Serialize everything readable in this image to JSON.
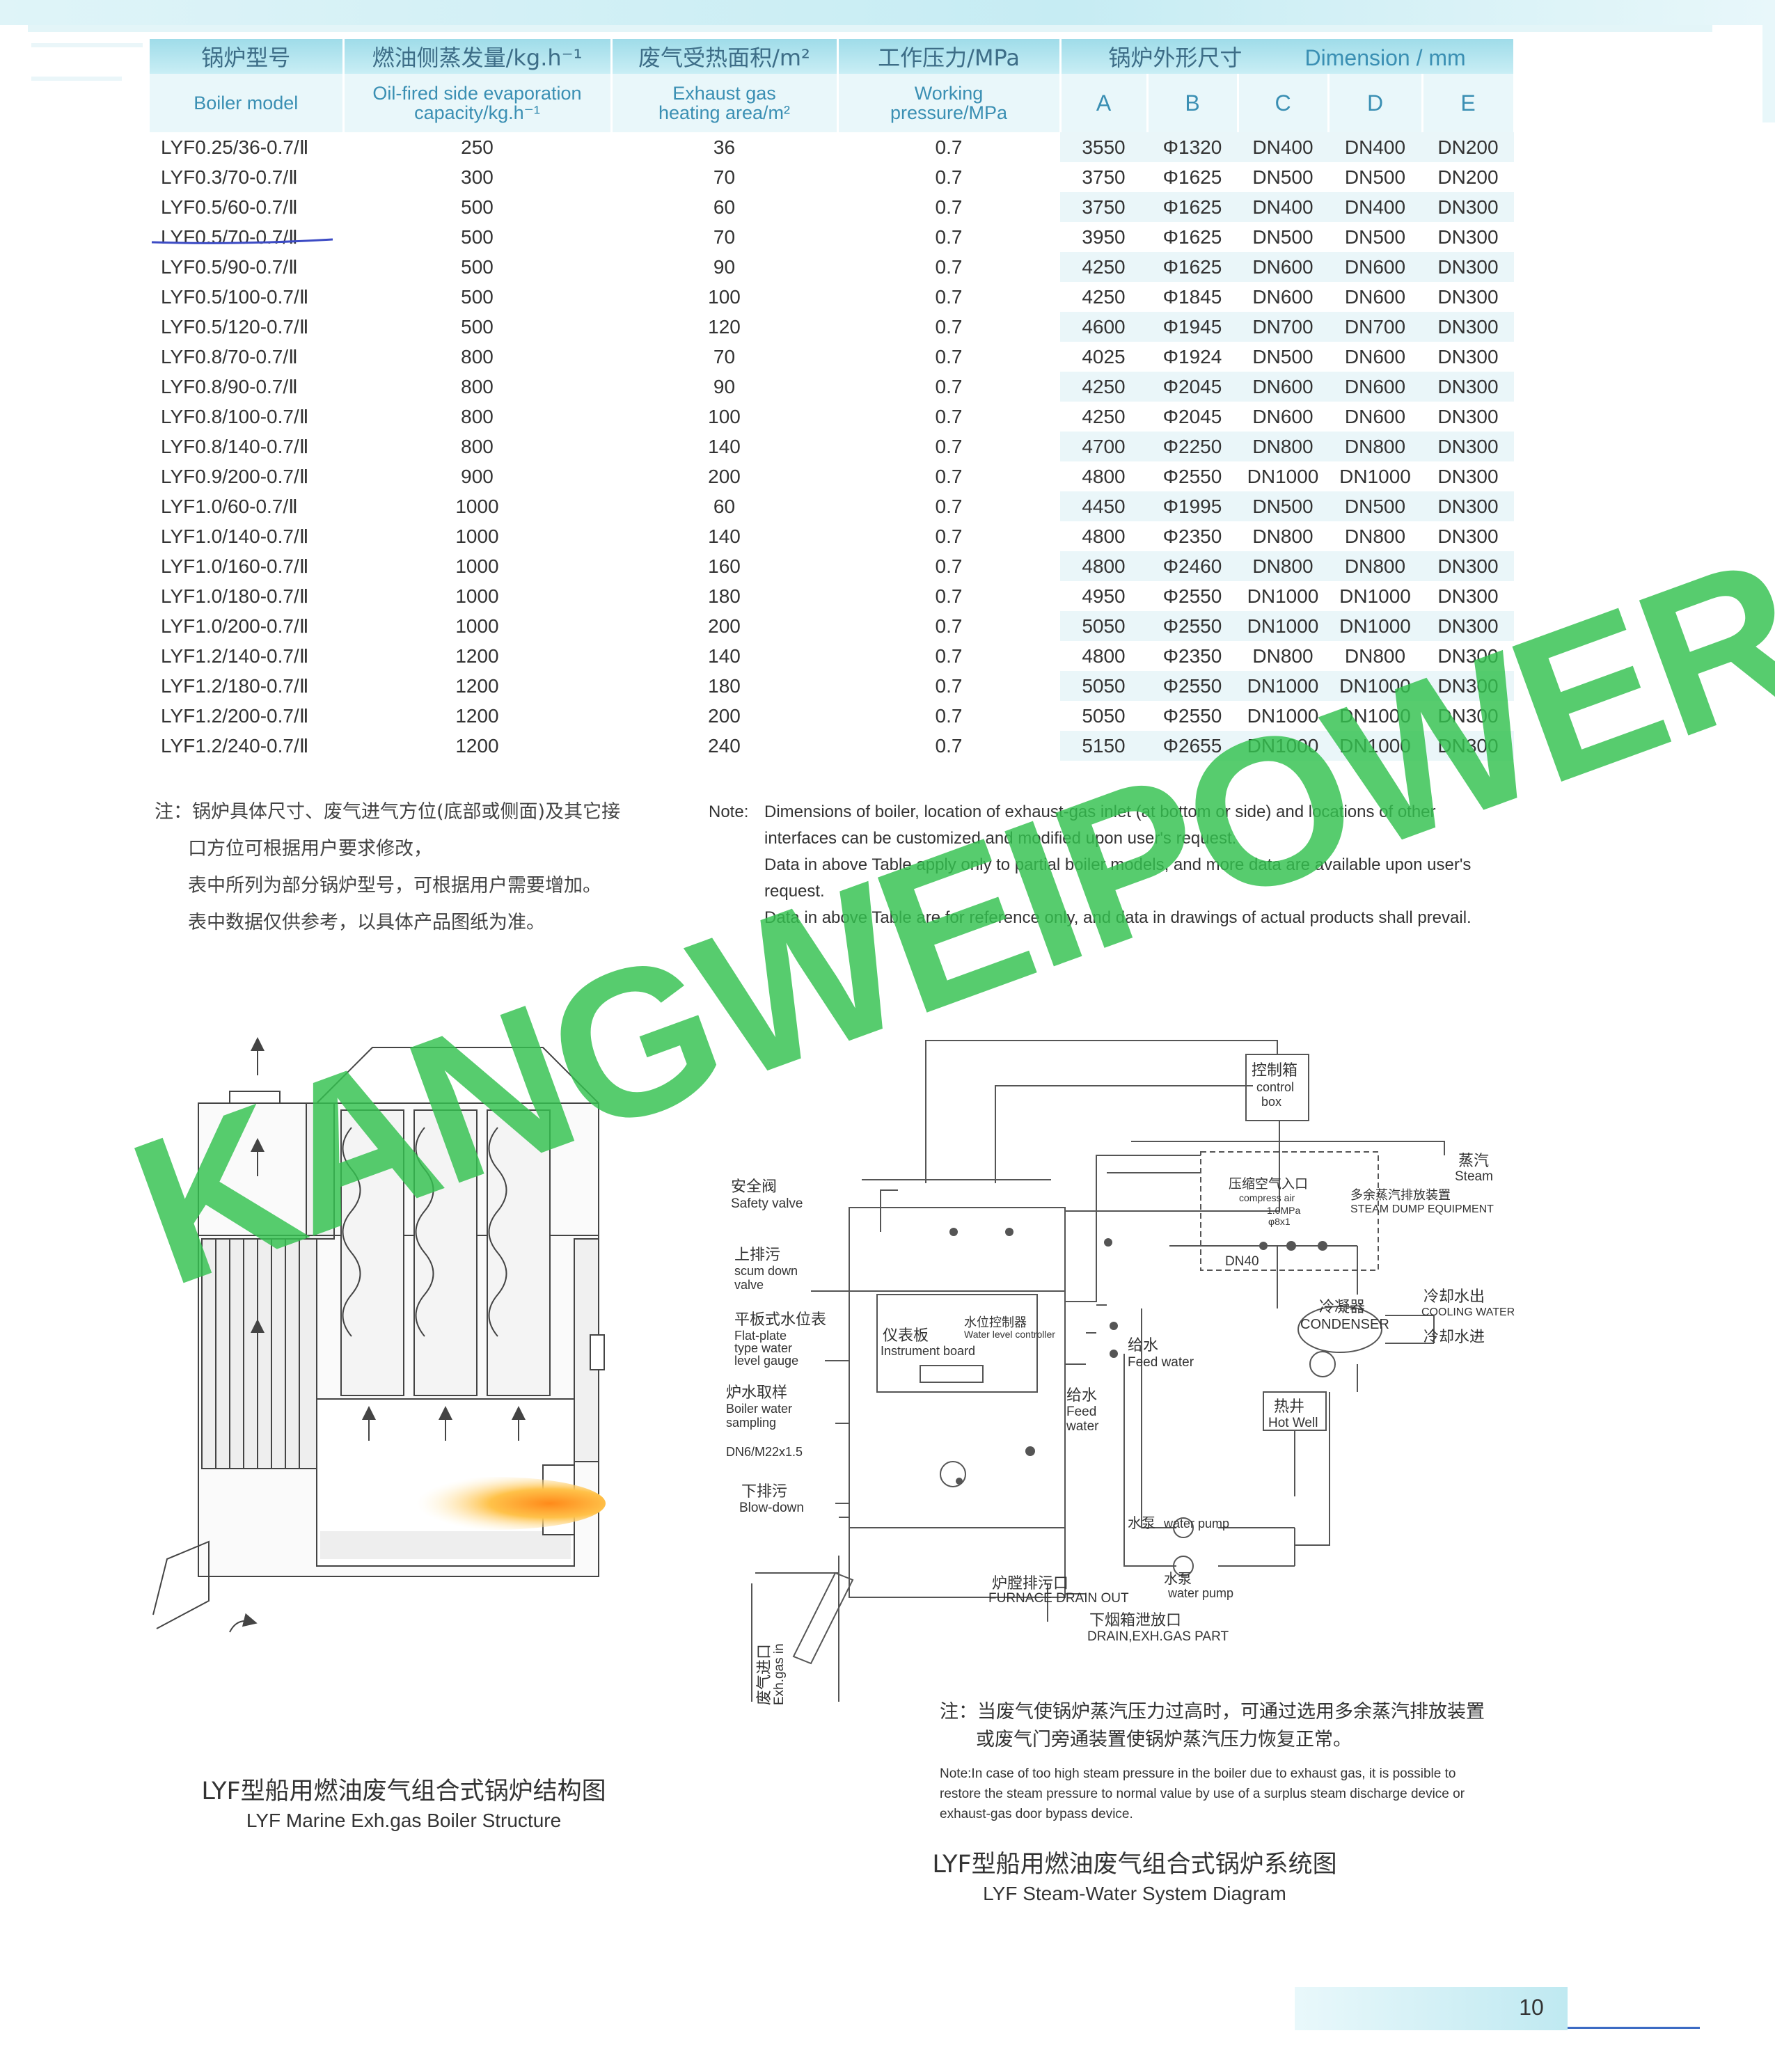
{
  "table": {
    "headers_cn": [
      "锅炉型号",
      "燃油侧蒸发量/kg.h⁻¹",
      "废气受热面积/m²",
      "工作压力/MPa",
      "锅炉外形尺寸",
      "Dimension / mm"
    ],
    "headers_en": {
      "model": "Boiler model",
      "evap_1": "Oil-fired side evaporation",
      "evap_2": "capacity/kg.h⁻¹",
      "area_1": "Exhaust gas",
      "area_2": "heating area/m²",
      "press_1": "Working",
      "press_2": "pressure/MPa"
    },
    "dim_cols": [
      "A",
      "B",
      "C",
      "D",
      "E"
    ],
    "rows": [
      [
        "LYF0.25/36-0.7/Ⅱ",
        "250",
        "36",
        "0.7",
        "3550",
        "Φ1320",
        "DN400",
        "DN400",
        "DN200"
      ],
      [
        "LYF0.3/70-0.7/Ⅱ",
        "300",
        "70",
        "0.7",
        "3750",
        "Φ1625",
        "DN500",
        "DN500",
        "DN200"
      ],
      [
        "LYF0.5/60-0.7/Ⅱ",
        "500",
        "60",
        "0.7",
        "3750",
        "Φ1625",
        "DN400",
        "DN400",
        "DN300"
      ],
      [
        "LYF0.5/70-0.7/Ⅱ",
        "500",
        "70",
        "0.7",
        "3950",
        "Φ1625",
        "DN500",
        "DN500",
        "DN300"
      ],
      [
        "LYF0.5/90-0.7/Ⅱ",
        "500",
        "90",
        "0.7",
        "4250",
        "Φ1625",
        "DN600",
        "DN600",
        "DN300"
      ],
      [
        "LYF0.5/100-0.7/Ⅱ",
        "500",
        "100",
        "0.7",
        "4250",
        "Φ1845",
        "DN600",
        "DN600",
        "DN300"
      ],
      [
        "LYF0.5/120-0.7/Ⅱ",
        "500",
        "120",
        "0.7",
        "4600",
        "Φ1945",
        "DN700",
        "DN700",
        "DN300"
      ],
      [
        "LYF0.8/70-0.7/Ⅱ",
        "800",
        "70",
        "0.7",
        "4025",
        "Φ1924",
        "DN500",
        "DN600",
        "DN300"
      ],
      [
        "LYF0.8/90-0.7/Ⅱ",
        "800",
        "90",
        "0.7",
        "4250",
        "Φ2045",
        "DN600",
        "DN600",
        "DN300"
      ],
      [
        "LYF0.8/100-0.7/Ⅱ",
        "800",
        "100",
        "0.7",
        "4250",
        "Φ2045",
        "DN600",
        "DN600",
        "DN300"
      ],
      [
        "LYF0.8/140-0.7/Ⅱ",
        "800",
        "140",
        "0.7",
        "4700",
        "Φ2250",
        "DN800",
        "DN800",
        "DN300"
      ],
      [
        "LYF0.9/200-0.7/Ⅱ",
        "900",
        "200",
        "0.7",
        "4800",
        "Φ2550",
        "DN1000",
        "DN1000",
        "DN300"
      ],
      [
        "LYF1.0/60-0.7/Ⅱ",
        "1000",
        "60",
        "0.7",
        "4450",
        "Φ1995",
        "DN500",
        "DN500",
        "DN300"
      ],
      [
        "LYF1.0/140-0.7/Ⅱ",
        "1000",
        "140",
        "0.7",
        "4800",
        "Φ2350",
        "DN800",
        "DN800",
        "DN300"
      ],
      [
        "LYF1.0/160-0.7/Ⅱ",
        "1000",
        "160",
        "0.7",
        "4800",
        "Φ2460",
        "DN800",
        "DN800",
        "DN300"
      ],
      [
        "LYF1.0/180-0.7/Ⅱ",
        "1000",
        "180",
        "0.7",
        "4950",
        "Φ2550",
        "DN1000",
        "DN1000",
        "DN300"
      ],
      [
        "LYF1.0/200-0.7/Ⅱ",
        "1000",
        "200",
        "0.7",
        "5050",
        "Φ2550",
        "DN1000",
        "DN1000",
        "DN300"
      ],
      [
        "LYF1.2/140-0.7/Ⅱ",
        "1200",
        "140",
        "0.7",
        "4800",
        "Φ2350",
        "DN800",
        "DN800",
        "DN300"
      ],
      [
        "LYF1.2/180-0.7/Ⅱ",
        "1200",
        "180",
        "0.7",
        "5050",
        "Φ2550",
        "DN1000",
        "DN1000",
        "DN300"
      ],
      [
        "LYF1.2/200-0.7/Ⅱ",
        "1200",
        "200",
        "0.7",
        "5050",
        "Φ2550",
        "DN1000",
        "DN1000",
        "DN300"
      ],
      [
        "LYF1.2/240-0.7/Ⅱ",
        "1200",
        "240",
        "0.7",
        "5150",
        "Φ2655",
        "DN1000",
        "DN1000",
        "DN300"
      ]
    ]
  },
  "notes_cn": [
    "注：锅炉具体尺寸、废气进气方位(底部或侧面)及其它接",
    "口方位可根据用户要求修改，",
    "表中所列为部分锅炉型号，可根据用户需要增加。",
    "表中数据仅供参考，以具体产品图纸为准。"
  ],
  "notes_en": {
    "label": "Note:",
    "lines": [
      "Dimensions of boiler, location of exhaust-gas inlet (at bottom or side) and locations of other",
      "interfaces can be customized and modified upon user's request.",
      "Data in above Table apply only to partial boiler models, and more data are available upon user's",
      "request.",
      "Data in above Table are for reference only, and data in drawings of actual products shall prevail."
    ]
  },
  "structure_caption": {
    "cn": "LYF型船用燃油废气组合式锅炉结构图",
    "en": "LYF Marine Exh.gas Boiler Structure"
  },
  "system_caption": {
    "cn": "LYF型船用燃油废气组合式锅炉系统图",
    "en": "LYF Steam-Water System Diagram"
  },
  "system_labels": {
    "control_cn": "控制箱",
    "control_en1": "control",
    "control_en2": "box",
    "steam_cn": "蒸汽",
    "steam_en": "Steam",
    "compress_cn": "压缩空气入口",
    "compress_en": "compress air",
    "compress_p": "1.0MPa",
    "compress_d": "φ8x1",
    "dump_cn": "多余蒸汽排放装置",
    "dump_en": "STEAM DUMP EQUIPMENT",
    "dn40": "DN40",
    "safety_cn": "安全阀",
    "safety_en": "Safety valve",
    "scum_cn": "上排污",
    "scum_en1": "scum down",
    "scum_en2": "valve",
    "gauge_cn": "平板式水位表",
    "gauge_en1": "Flat-plate",
    "gauge_en2": "type water",
    "gauge_en3": "level gauge",
    "board_cn": "仪表板",
    "board_en": "Instrument board",
    "wlc_cn": "水位控制器",
    "wlc_en": "Water level controller",
    "feed_cn": "给水",
    "feed_en": "Feed water",
    "feed2_cn": "给水",
    "feed2_en1": "Feed",
    "feed2_en2": "water",
    "cool_out_cn": "冷却水出",
    "cool_out_en": "COOLING WATER",
    "cool_in_cn": "冷却水进",
    "condenser_cn": "冷凝器",
    "condenser_en": "CONDENSER",
    "hotwell_cn": "热井",
    "hotwell_en": "Hot Well",
    "sample_cn": "炉水取样",
    "sample_en1": "Boiler water",
    "sample_en2": "sampling",
    "dn6": "DN6/M22x1.5",
    "blow_cn": "下排污",
    "blow_en": "Blow-down",
    "pump1_cn": "水泵",
    "pump1_en": "water pump",
    "pump2_cn": "水泵",
    "pump2_en": "water pump",
    "furnace_cn": "炉膛排污口",
    "furnace_en": "FURNACE DRAIN OUT",
    "drain_cn": "下烟箱泄放口",
    "drain_en": "DRAIN,EXH.GAS PART",
    "exh_cn": "废气进口",
    "exh_en": "Exh.gas in"
  },
  "system_note": {
    "cn_1": "注：当废气使锅炉蒸汽压力过高时，可通过选用多余蒸汽排放装置",
    "cn_2": "或废气门旁通装置使锅炉蒸汽压力恢复正常。",
    "en_1": "Note:In case of too high steam pressure in the boiler due to exhaust gas, it is possible to",
    "en_2": "restore the steam pressure to normal value by use of a surplus steam discharge device or",
    "en_3": "exhaust-gas door bypass device."
  },
  "watermark": "KANGWEIPOWER",
  "page_number": "10",
  "colors": {
    "header_band": "#9fdce9",
    "header_text": "#3a8fb3",
    "watermark": "#33c24f",
    "underline": "#3c4bc4"
  }
}
